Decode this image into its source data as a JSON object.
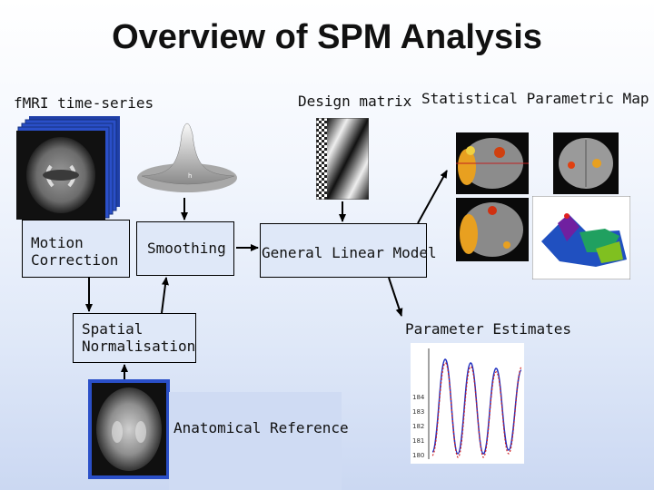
{
  "title": "Overview of SPM Analysis",
  "labels": {
    "fmri": "fMRI time-series",
    "design": "Design matrix",
    "spm": "Statistical Parametric Map",
    "motion": "Motion\nCorrection",
    "smoothing": "Smoothing",
    "glm": "General Linear Model",
    "spatial": "Spatial\nNormalisation",
    "params": "Parameter Estimates",
    "anat": "Anatomical Reference"
  },
  "plot_ticks": [
    "184",
    "183",
    "182",
    "181",
    "180"
  ],
  "colors": {
    "accent": "#1f3fa8",
    "arrow": "#000000"
  }
}
